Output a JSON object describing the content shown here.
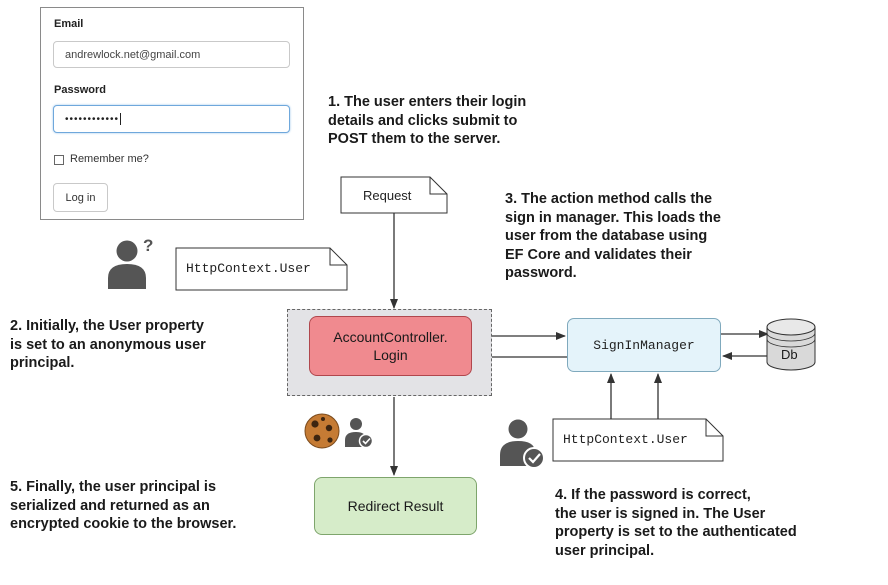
{
  "login_form": {
    "email_label": "Email",
    "email_value": "andrewlock.net@gmail.com",
    "password_label": "Password",
    "password_value": "••••••••••••",
    "remember_label": "Remember me?",
    "login_button": "Log in"
  },
  "notes": {
    "step1": [
      "1. The user enters their login",
      "details and clicks submit to",
      "POST them to the server."
    ],
    "step2": [
      "2. Initially, the User property",
      "is set to an anonymous user",
      "principal."
    ],
    "step3": [
      "3. The action method calls the",
      "sign in manager. This loads the",
      "user from the database using",
      "EF Core and validates their",
      "password."
    ],
    "step4": [
      "4. If the password is correct,",
      "the user is signed in. The User",
      "property is set to the authenticated",
      "user principal."
    ],
    "step5": [
      "5. Finally, the user principal is",
      "serialized and returned as an",
      "encrypted cookie to the browser."
    ]
  },
  "diagram": {
    "request_label": "Request",
    "httpcontext_user_label": "HttpContext.User",
    "anonymous_marker": "?",
    "controller_line1": "AccountController.",
    "controller_line2": "Login",
    "signin_manager_label": "SignInManager",
    "db_label": "Db",
    "redirect_label": "Redirect Result"
  },
  "colors": {
    "controller_fill": "#f08a8f",
    "signin_fill": "#e4f3fa",
    "redirect_fill": "#d6ecc9",
    "dashed_group_fill": "#e3e3e6",
    "user_icon": "#555555",
    "cookie": "#b5651d"
  },
  "icons": [
    "anonymous-user-icon",
    "authenticated-user-icon",
    "cookie-icon",
    "database-icon",
    "checkmark-badge-icon"
  ]
}
